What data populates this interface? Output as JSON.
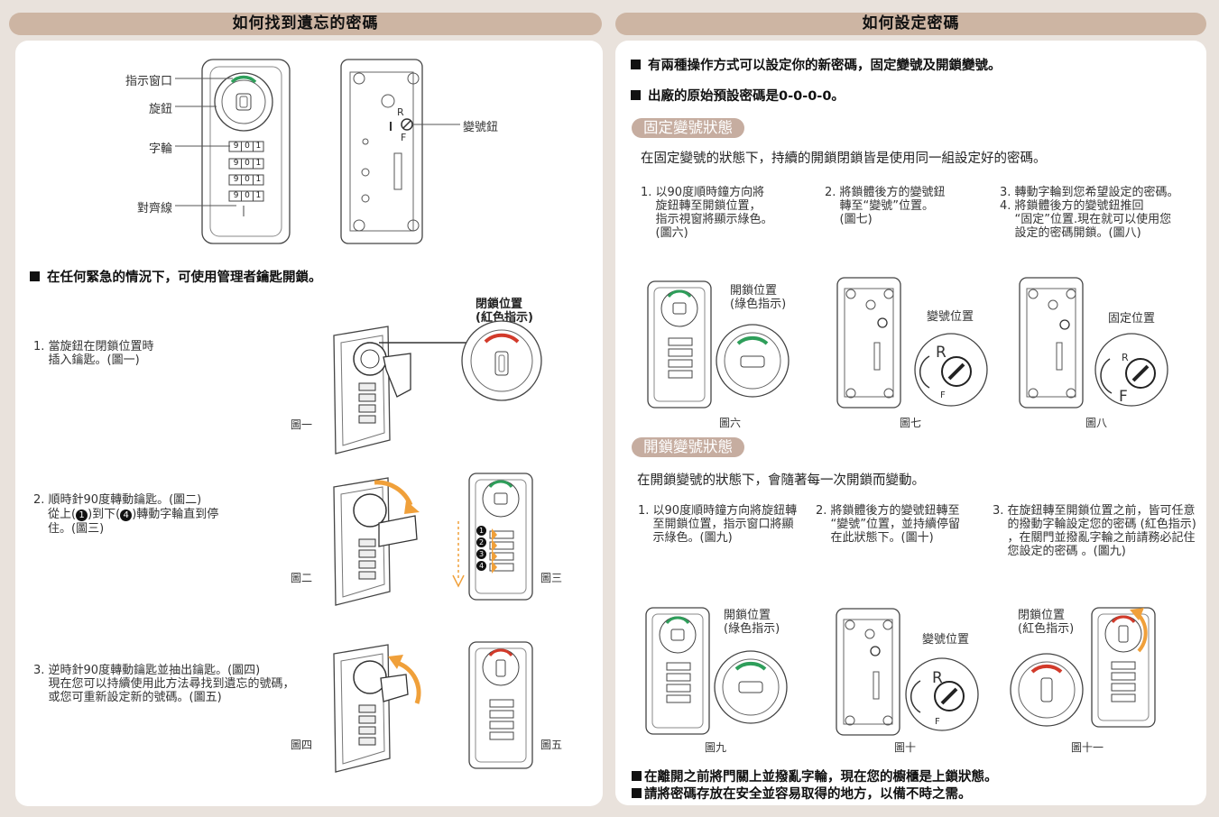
{
  "left": {
    "banner": "如何找到遺忘的密碼",
    "callouts": {
      "window": "指示窗口",
      "knob": "旋鈕",
      "wheel": "字輪",
      "align": "對齊線",
      "switch": "變號鈕"
    },
    "emergency": "在任何緊急的情況下，可使用管理者鑰匙開鎖。",
    "locked_label": "閉鎖位置\n(紅色指示)",
    "step1": "1. 當旋鈕在閉鎖位置時\n    插入鑰匙。(圖一)",
    "step2_a": "2. 順時針90度轉動鑰匙。(圖二)",
    "step2_b": "從上(",
    "step2_c": ")到下(",
    "step2_d": ")轉動字輪直到停",
    "step2_e": "住。(圖三)",
    "step3": "3. 逆時針90度轉動鑰匙並抽出鑰匙。(圖四)\n    現在您可以持續使用此方法尋找到遺忘的號碼，\n    或您可重新設定新的號碼。(圖五)",
    "circled_1": "1",
    "circled_4": "4",
    "markers": [
      "1",
      "2",
      "3",
      "4"
    ],
    "figs": {
      "f1": "圖一",
      "f2": "圖二",
      "f3": "圖三",
      "f4": "圖四",
      "f5": "圖五"
    },
    "wheel_digits": [
      "9",
      "0",
      "1"
    ]
  },
  "right": {
    "banner": "如何設定密碼",
    "bullet1": "有兩種操作方式可以設定你的新密碼，固定變號及開鎖變號。",
    "bullet2": "出廠的原始預設密碼是0-0-0-0。",
    "fixed": {
      "pill": "固定變號狀態",
      "intro": "在固定變號的狀態下，持續的開鎖閉鎖皆是使用同一組設定好的密碼。",
      "s1": "1. 以90度順時鐘方向將\n    旋鈕轉至開鎖位置，\n    指示視窗將顯示綠色。\n    (圖六)",
      "s2": "2. 將鎖體後方的變號鈕\n    轉至“變號”位置。\n    (圖七)",
      "s3": "3. 轉動字輪到您希望設定的密碼。\n4. 將鎖體後方的變號鈕推回\n    “固定”位置.現在就可以使用您\n    設定的密碼開鎖。(圖八)",
      "open_label": "開鎖位置\n(綠色指示)",
      "change_label": "變號位置",
      "fixed_label": "固定位置",
      "figs": {
        "f6": "圖六",
        "f7": "圖七",
        "f8": "圖八"
      }
    },
    "unlock": {
      "pill": "開鎖變號狀態",
      "intro": "在開鎖變號的狀態下，會隨著每一次開鎖而變動。",
      "s1": "1. 以90度順時鐘方向將旋鈕轉\n    至開鎖位置，指示窗口將顯\n    示綠色。(圖九)",
      "s2": "2. 將鎖體後方的變號鈕轉至\n    “變號”位置，並持續停留\n    在此狀態下。(圖十)",
      "s3": "3. 在旋鈕轉至開鎖位置之前，皆可任意\n    的撥動字輪設定您的密碼 (紅色指示)\n    ，在關門並撥亂字輪之前請務必記住\n    您設定的密碼 。(圖九)",
      "open_label": "開鎖位置\n(綠色指示)",
      "change_label": "變號位置",
      "locked_label": "閉鎖位置\n(紅色指示)",
      "figs": {
        "f9": "圖九",
        "f10": "圖十",
        "f11": "圖十一"
      }
    },
    "final1": "在離開之前將門關上並撥亂字輪，現在您的櫥櫃是上鎖狀態。",
    "final2": "請將密碼存放在安全並容易取得的地方，以備不時之需。",
    "rf": {
      "r": "R",
      "f": "F"
    }
  },
  "colors": {
    "banner": "#cdb5a3",
    "pill": "#c6ada0",
    "bg": "#e9e2dc",
    "green": "#2e9e5a",
    "red": "#d23a2a",
    "orange": "#f0a03a"
  }
}
